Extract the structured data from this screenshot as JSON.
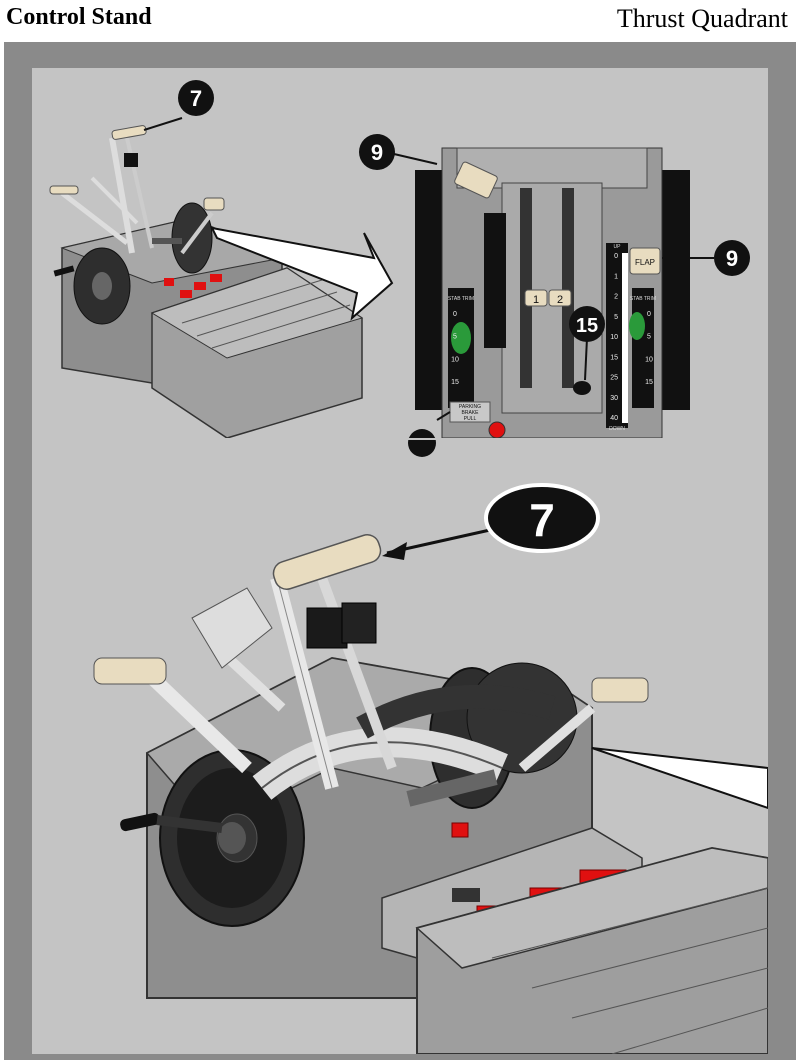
{
  "header": {
    "left_title": "Control Stand",
    "right_title": "Thrust Quadrant"
  },
  "callouts": {
    "throttle": "7",
    "speedbrake": "9",
    "flap": "9",
    "stab_trim_cutout": "15",
    "enlarged_throttle": "7"
  },
  "quadrant_labels": {
    "flap_knob": "FLAP",
    "thrust_1": "1",
    "thrust_2": "2",
    "parking_brake_line1": "PARKING",
    "parking_brake_line2": "BRAKE",
    "parking_brake_line3": "PULL",
    "stab_trim_left": "STAB TRIM",
    "stab_trim_right": "STAB TRIM",
    "flap_up": "UP",
    "flap_down": "DOWN",
    "flap_scale": [
      "0",
      "1",
      "2",
      "5",
      "10",
      "15",
      "25",
      "30",
      "40"
    ],
    "trim_scale_left": [
      "0",
      "5",
      "10",
      "15"
    ],
    "trim_scale_right": [
      "0",
      "5",
      "10",
      "15"
    ]
  },
  "colors": {
    "background_frame": "#8a8a8a",
    "background_inner": "#c4c4c4",
    "handle_cream": "#e8dcc0",
    "switch_red": "#e01010",
    "trim_green": "#2a9a3a",
    "callout_black": "#111111"
  }
}
